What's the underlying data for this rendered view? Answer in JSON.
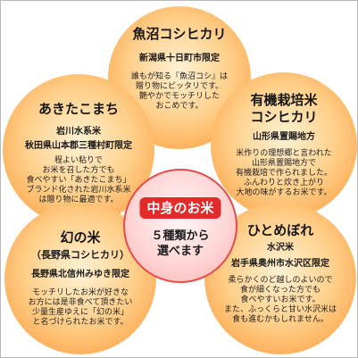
{
  "center": {
    "tag": "中身のお米",
    "line1": "５種類から",
    "line2": "選べます"
  },
  "rices": [
    {
      "title": "魚沼コシヒカリ",
      "region": "新潟県十日町市限定",
      "lines": [
        "誰もが知る『魚沼コシ』は",
        "贈り物にピッタリです。",
        "艶やかでモッチリした",
        "おこめです。"
      ]
    },
    {
      "title": "あきたこまち",
      "subtitle": "岩川水系米",
      "region": "秋田県山本郡三種村町限定",
      "lines": [
        "程よい粘りで",
        "お米を召した方でも",
        "食べやすい「あきたこまち」",
        "ブランド化された岩川水系米",
        "は贈り物に最適です。"
      ]
    },
    {
      "title": "有機栽培米",
      "title2": "コシヒカリ",
      "region": "山形県置賜地方",
      "lines": [
        "米作りの理想郷と言われた",
        "山形県置賜地方で",
        "有機栽培で作られました。",
        "ふんわりと炊き上がり",
        "大地の味がするお米です。"
      ]
    },
    {
      "title": "幻の米",
      "subtitle": "（長野県コシヒカリ）",
      "region": "長野県北信州みゆき限定",
      "lines": [
        "モッチリしたお米が好きな",
        "お方には是非食べて頂きたい",
        "少量生産ゆえに「幻の米」",
        "と名づけられたお米です。"
      ]
    },
    {
      "title": "ひとめぼれ",
      "subtitle": "水沢米",
      "region": "岩手県奥州市水沢区限定",
      "lines": [
        "柔らかくのど越しのよいので",
        "食が細くなった方でも",
        "食べやすいお米です。",
        "また、ふっくらと甘い水沢米は",
        "食も進むかもしれません。"
      ]
    }
  ],
  "colors": {
    "orange": "#fb9430",
    "center_border": "#e94a4a",
    "center_tag": "#e42a2a"
  }
}
